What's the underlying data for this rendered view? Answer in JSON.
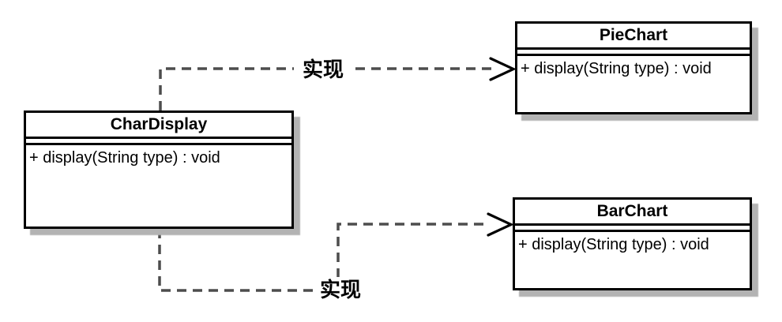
{
  "diagram": {
    "classes": [
      {
        "name": "CharDisplay",
        "methods": [
          "+ display(String type) : void"
        ]
      },
      {
        "name": "PieChart",
        "methods": [
          "+ display(String type) : void"
        ]
      },
      {
        "name": "BarChart",
        "methods": [
          "+ display(String type) : void"
        ]
      }
    ],
    "relations": [
      {
        "from": "CharDisplay",
        "to": "PieChart",
        "type": "realization",
        "label": "实现"
      },
      {
        "from": "CharDisplay",
        "to": "BarChart",
        "type": "realization",
        "label": "实现"
      }
    ],
    "colors": {
      "box_border": "#000000",
      "box_fill": "#ffffff",
      "shadow": "#b3b3b3",
      "connector": "#4d4d4d",
      "arrowhead": "#000000",
      "text": "#000000",
      "background": "#ffffff"
    }
  }
}
